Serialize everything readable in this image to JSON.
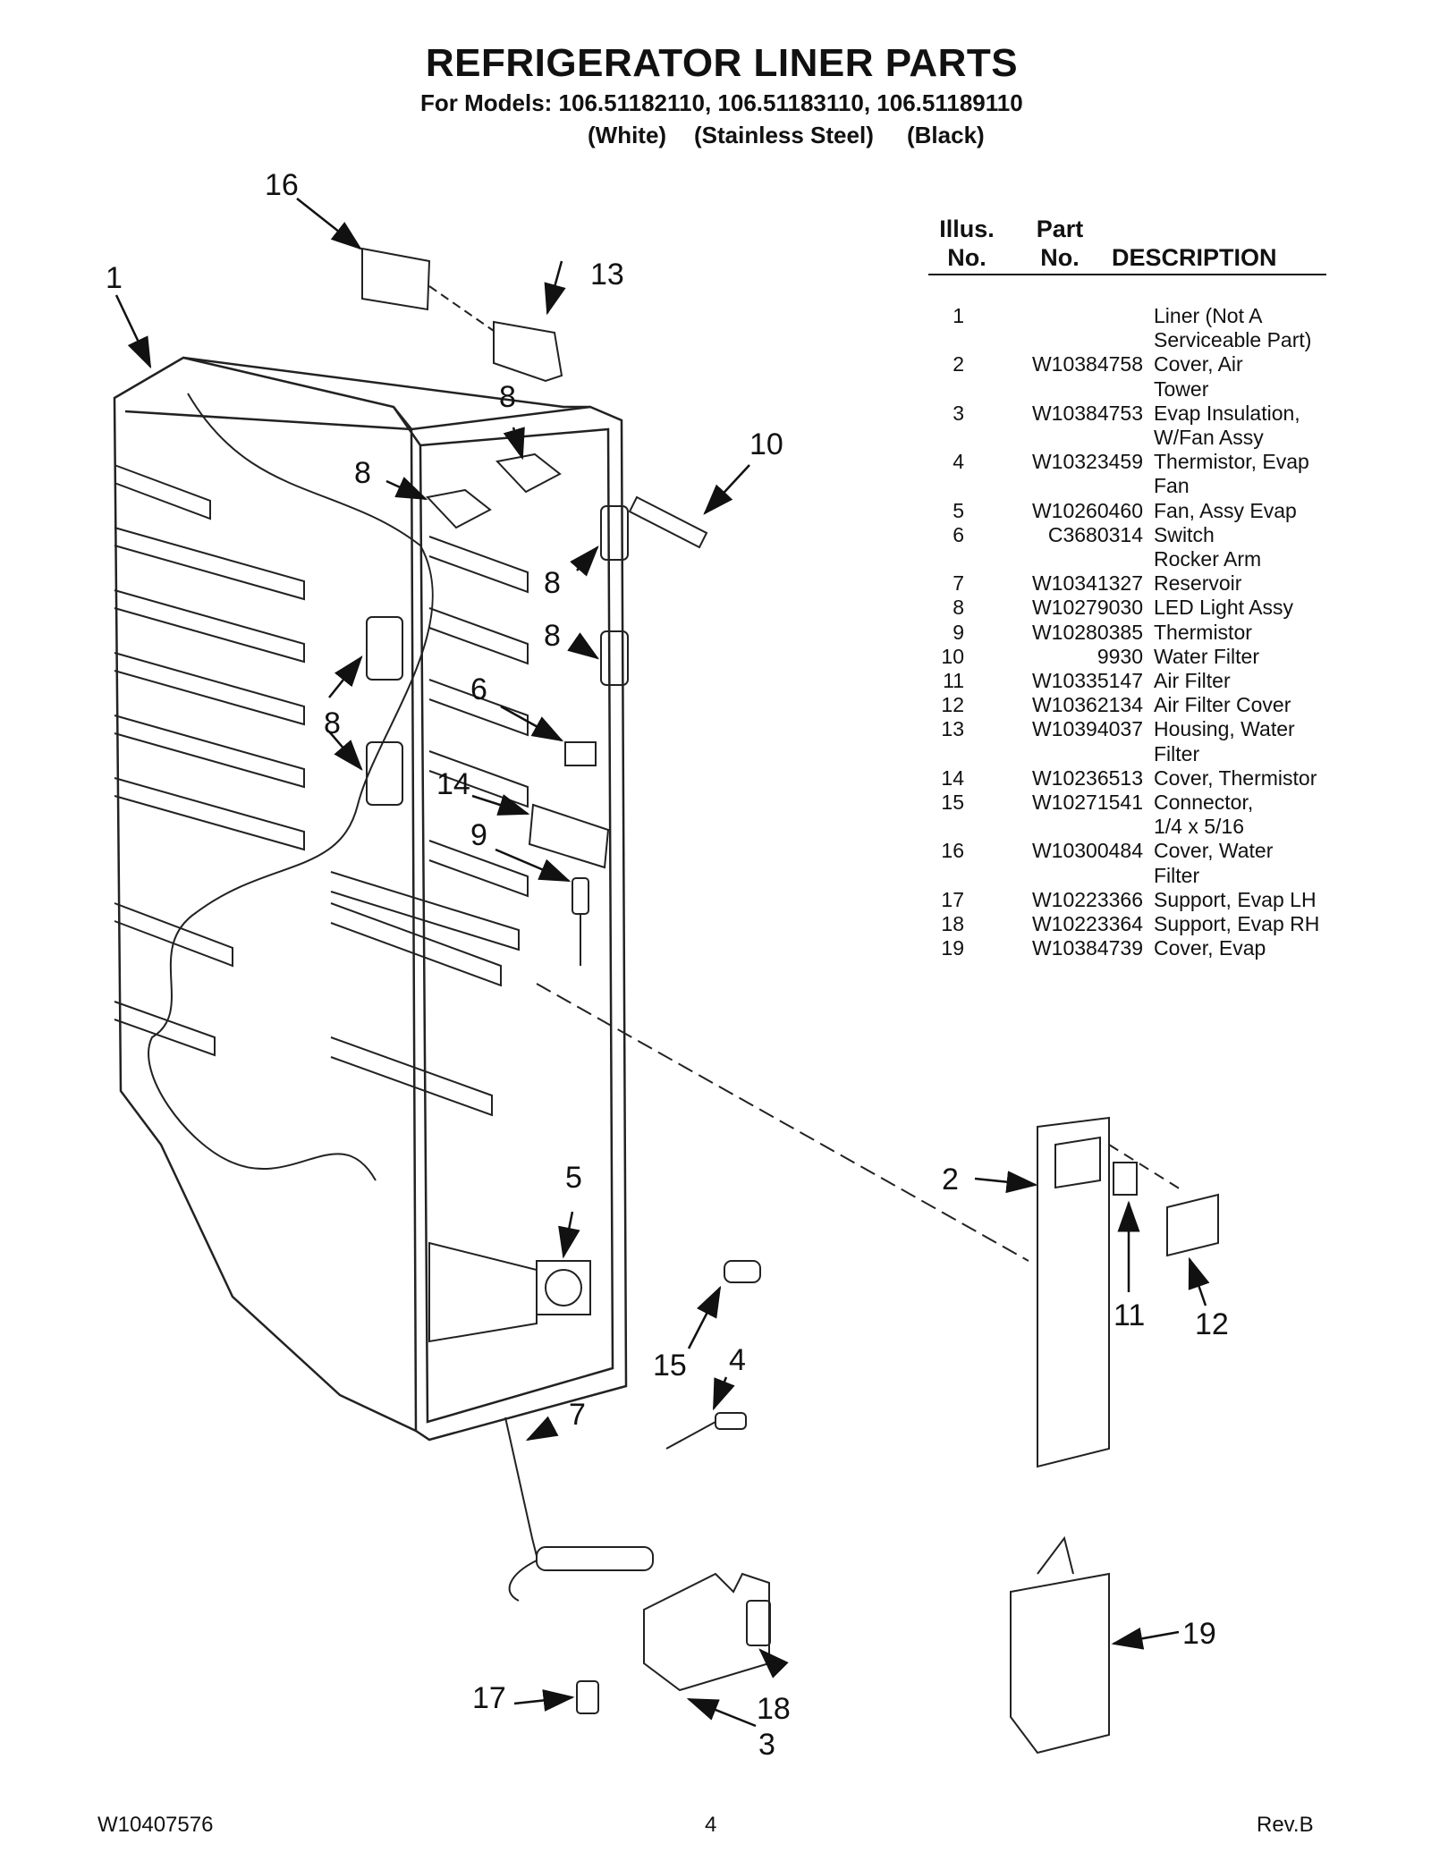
{
  "header": {
    "title": "REFRIGERATOR LINER PARTS",
    "models_line": "For Models: 106.51182110, 106.51183110, 106.51189110",
    "model_colors": [
      "(White)",
      "(Stainless Steel)",
      "(Black)"
    ]
  },
  "parts_list": {
    "headers": {
      "illus_line1": "Illus.",
      "illus_line2": "No.",
      "part_line1": "Part",
      "part_line2": "No.",
      "description": "DESCRIPTION"
    },
    "rows": [
      {
        "illus": "1",
        "part": "",
        "desc1": "Liner (Not A",
        "desc2": "Serviceable Part)"
      },
      {
        "illus": "2",
        "part": "W10384758",
        "desc1": "Cover, Air",
        "desc2": "Tower"
      },
      {
        "illus": "3",
        "part": "W10384753",
        "desc1": "Evap Insulation,",
        "desc2": "W/Fan Assy"
      },
      {
        "illus": "4",
        "part": "W10323459",
        "desc1": "Thermistor, Evap",
        "desc2": "Fan"
      },
      {
        "illus": "5",
        "part": "W10260460",
        "desc1": "Fan, Assy Evap",
        "desc2": ""
      },
      {
        "illus": "6",
        "part": "C3680314",
        "desc1": "Switch",
        "desc2": "Rocker Arm"
      },
      {
        "illus": "7",
        "part": "W10341327",
        "desc1": "Reservoir",
        "desc2": ""
      },
      {
        "illus": "8",
        "part": "W10279030",
        "desc1": "LED Light Assy",
        "desc2": ""
      },
      {
        "illus": "9",
        "part": "W10280385",
        "desc1": "Thermistor",
        "desc2": ""
      },
      {
        "illus": "10",
        "part": "9930",
        "desc1": "Water Filter",
        "desc2": ""
      },
      {
        "illus": "11",
        "part": "W10335147",
        "desc1": "Air Filter",
        "desc2": ""
      },
      {
        "illus": "12",
        "part": "W10362134",
        "desc1": "Air Filter Cover",
        "desc2": ""
      },
      {
        "illus": "13",
        "part": "W10394037",
        "desc1": "Housing, Water",
        "desc2": "Filter"
      },
      {
        "illus": "14",
        "part": "W10236513",
        "desc1": "Cover, Thermistor",
        "desc2": ""
      },
      {
        "illus": "15",
        "part": "W10271541",
        "desc1": "Connector,",
        "desc2": "1/4 x 5/16"
      },
      {
        "illus": "16",
        "part": "W10300484",
        "desc1": "Cover, Water",
        "desc2": "Filter"
      },
      {
        "illus": "17",
        "part": "W10223366",
        "desc1": "Support, Evap LH",
        "desc2": ""
      },
      {
        "illus": "18",
        "part": "W10223364",
        "desc1": "Support, Evap RH",
        "desc2": ""
      },
      {
        "illus": "19",
        "part": "W10384739",
        "desc1": "Cover, Evap",
        "desc2": ""
      }
    ]
  },
  "callouts": {
    "c1": "1",
    "c2": "2",
    "c3": "3",
    "c4": "4",
    "c5": "5",
    "c6": "6",
    "c7": "7",
    "c8": "8",
    "c9": "9",
    "c10": "10",
    "c11": "11",
    "c12": "12",
    "c13": "13",
    "c14": "14",
    "c15": "15",
    "c16": "16",
    "c17": "17",
    "c18": "18",
    "c19": "19"
  },
  "footer": {
    "doc_number": "W10407576",
    "page_number": "4",
    "revision": "Rev.B"
  }
}
